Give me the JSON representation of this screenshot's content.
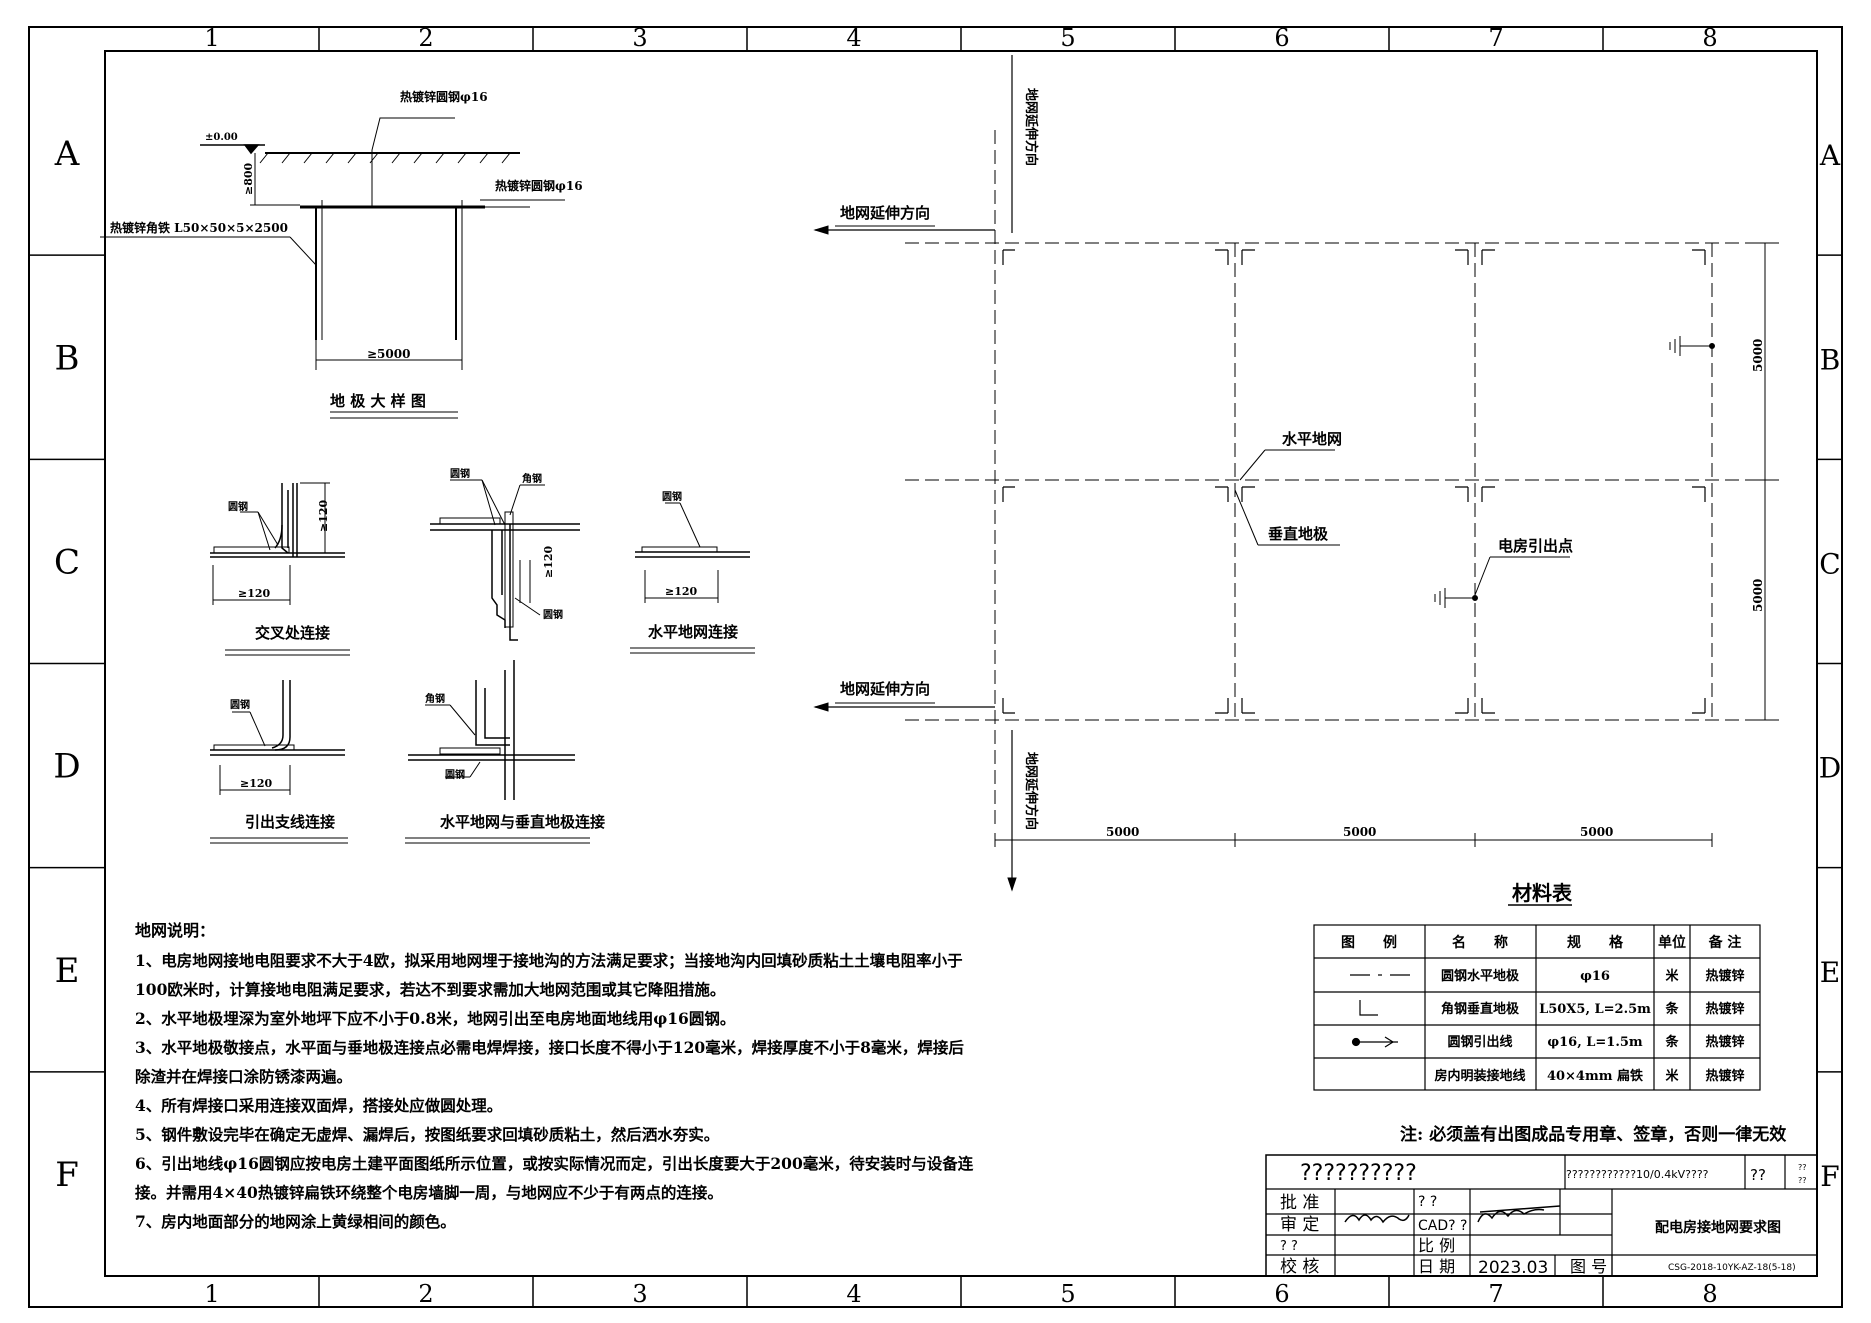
{
  "grid": {
    "columns": [
      "1",
      "2",
      "3",
      "4",
      "5",
      "6",
      "7",
      "8"
    ],
    "rows": [
      "A",
      "B",
      "C",
      "D",
      "E",
      "F"
    ]
  },
  "detail": {
    "ground_level": "±0.00",
    "depth": "≥800",
    "rod_top": "热镀锌圆钢φ16",
    "rod_horizontal": "热镀锌圆钢φ16",
    "angle_steel": "热镀锌角铁 L50×50×5×2500",
    "spacing": "≥5000",
    "title": "地 极 大 样 图"
  },
  "connections": {
    "cross": {
      "rod": "圆钢",
      "len_v": "≥120",
      "len_h": "≥120",
      "title": "交叉处连接"
    },
    "corner": {
      "rod": "圆钢",
      "angle": "角钢",
      "len": "≥120",
      "rod2": "圆钢"
    },
    "horizontal": {
      "rod": "圆钢",
      "len": "≥120",
      "title": "水平地网连接"
    },
    "branch": {
      "rod": "圆钢",
      "len": "≥120",
      "title": "引出支线连接"
    },
    "hv": {
      "angle": "角钢",
      "rod": "圆钢",
      "title": "水平地网与垂直地极连接"
    }
  },
  "plan": {
    "extend_left": "地网延伸方向",
    "extend_vertical": "地网延伸方向",
    "horizontal_net": "水平地网",
    "vertical_pole": "垂直地极",
    "lead_out": "电房引出点",
    "dims_h": [
      "5000",
      "5000",
      "5000"
    ],
    "dims_v": [
      "5000",
      "5000"
    ]
  },
  "notes": {
    "title": "地网说明：",
    "lines": [
      "1、电房地网接地电阻要求不大于4欧，拟采用地网埋于接地沟的方法满足要求；当接地沟内回填砂质粘土土壤电阻率小于",
      "100欧米时，计算接地电阻满足要求，若达不到要求需加大地网范围或其它降阻措施。",
      "2、水平地极埋深为室外地坪下应不小于0.8米，地网引出至电房地面地线用φ16圆钢。",
      "3、水平地极敬接点，水平面与垂地极连接点必需电焊焊接，接口长度不得小于120毫米，焊接厚度不小于8毫米，焊接后",
      "除渣并在焊接口涂防锈漆两遍。",
      "4、所有焊接口采用连接双面焊，搭接处应做圆处理。",
      "5、钢件敷设完毕在确定无虚焊、漏焊后，按图纸要求回填砂质粘土，然后洒水夯实。",
      "6、引出地线φ16圆钢应按电房土建平面图纸所示位置，或按实际情况而定，引出长度要大于200毫米，待安装时与设备连",
      "接。并需用4×40热镀锌扁铁环绕整个电房墙脚一周，与地网应不少于有两点的连接。",
      "7、房内地面部分的地网涂上黄绿相间的颜色。"
    ]
  },
  "materials": {
    "title": "材料表",
    "headers": [
      "图　　例",
      "名　　称",
      "规　　格",
      "单位",
      "备 注"
    ],
    "rows": [
      {
        "legend": "— · —",
        "name": "圆钢水平地极",
        "spec": "φ16",
        "unit": "米",
        "note": "热镀锌"
      },
      {
        "legend": "L",
        "name": "角钢垂直地极",
        "spec": "L50X5, L=2.5m",
        "unit": "条",
        "note": "热镀锌"
      },
      {
        "legend": "•—▹",
        "name": "圆钢引出线",
        "spec": "φ16, L=1.5m",
        "unit": "条",
        "note": "热镀锌"
      },
      {
        "legend": "",
        "name": "房内明装接地线",
        "spec": "40×4mm 扁铁",
        "unit": "米",
        "note": "热镀锌"
      }
    ]
  },
  "stamp_note": "注: 必须盖有出图成品专用章、签章，否则一律无效",
  "title_block": {
    "company": "??????????",
    "project": "????????????10/0.4kV????",
    "stage": "??",
    "stage_small": "??",
    "approve": "批 准",
    "review": "审 定",
    "unknown": "? ?",
    "check": "校 核",
    "mid1": "? ?",
    "cad": "CAD? ?",
    "scale": "比 例",
    "date_label": "日 期",
    "date": "2023.03",
    "drawing_no_label": "图 号",
    "drawing_title": "配电房接地网要求图",
    "drawing_no": "CSG-2018-10YK-AZ-18(5-18)"
  }
}
